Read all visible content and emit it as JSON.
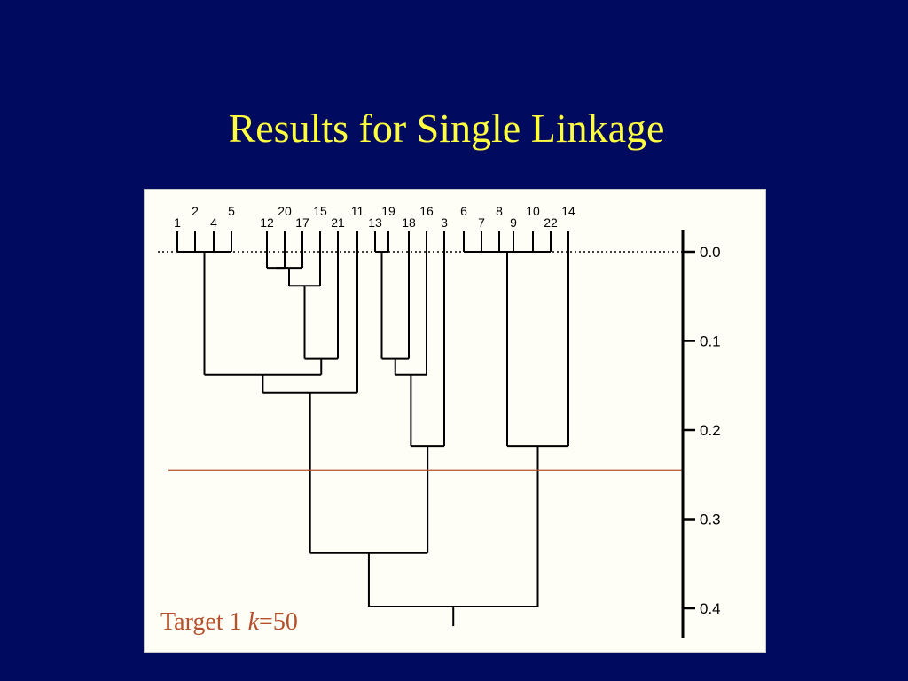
{
  "slide": {
    "title": "Results for Single Linkage"
  },
  "caption": {
    "prefix": "Target 1 ",
    "variable": "k",
    "suffix": "=50"
  },
  "dendrogram": {
    "axis_ticks": [
      {
        "value": 0.0,
        "label": "0.0"
      },
      {
        "value": 0.1,
        "label": "0.1"
      },
      {
        "value": 0.2,
        "label": "0.2"
      },
      {
        "value": 0.3,
        "label": "0.3"
      },
      {
        "value": 0.4,
        "label": "0.4"
      }
    ],
    "cut_height": 0.245,
    "leaves": [
      "1",
      "2",
      "4",
      "5",
      "12",
      "20",
      "17",
      "15",
      "21",
      "11",
      "13",
      "19",
      "18",
      "16",
      "3",
      "6",
      "7",
      "8",
      "9",
      "10",
      "22",
      "14"
    ],
    "merges": [
      {
        "children": [
          "1",
          "2",
          "4",
          "5"
        ],
        "height": 0.0
      },
      {
        "children": [
          "12",
          "20"
        ],
        "height": 0.018
      },
      {
        "children": [
          "A2",
          "17"
        ],
        "height": 0.018
      },
      {
        "children": [
          "A3",
          "15"
        ],
        "height": 0.038
      },
      {
        "children": [
          "A4",
          "21"
        ],
        "height": 0.12
      },
      {
        "children": [
          "A1",
          "A5"
        ],
        "height": 0.138
      },
      {
        "children": [
          "A6",
          "11"
        ],
        "height": 0.158
      },
      {
        "children": [
          "13",
          "19"
        ],
        "height": 0.0
      },
      {
        "children": [
          "B1",
          "18"
        ],
        "height": 0.12
      },
      {
        "children": [
          "B2",
          "16"
        ],
        "height": 0.138
      },
      {
        "children": [
          "B3",
          "3"
        ],
        "height": 0.218
      },
      {
        "children": [
          "6",
          "7",
          "8",
          "9",
          "10",
          "22"
        ],
        "height": 0.0
      },
      {
        "children": [
          "C1",
          "14"
        ],
        "height": 0.218
      },
      {
        "children": [
          "A7",
          "B4"
        ],
        "height": 0.338
      },
      {
        "children": [
          "D1",
          "C2"
        ],
        "height": 0.398
      }
    ],
    "root_height": 0.42,
    "colors": {
      "line": "#000000",
      "cut_line": "#b5502a",
      "dotted": "#000000"
    }
  }
}
